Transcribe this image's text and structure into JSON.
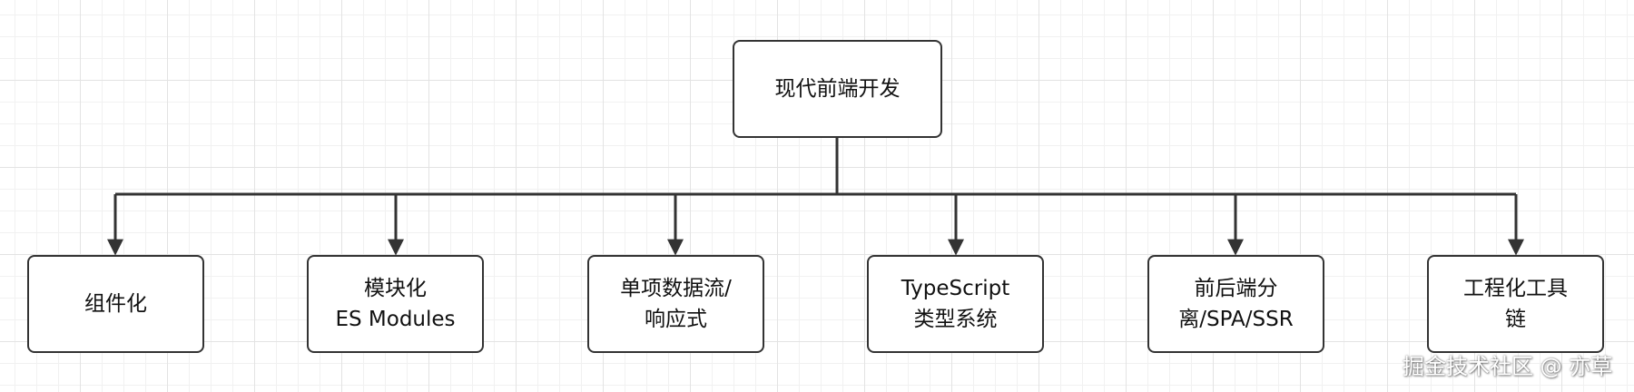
{
  "diagram": {
    "root": "现代前端开发",
    "children": [
      "组件化",
      "模块化\nES Modules",
      "单项数据流/\n响应式",
      "TypeScript\n类型系统",
      "前后端分\n离/SPA/SSR",
      "工程化工具\n链"
    ]
  },
  "watermark": "掘金技术社区 @ 亦草",
  "colors": {
    "stroke": "#333333",
    "grid": "#e3e3e3",
    "background": "#ffffff"
  }
}
